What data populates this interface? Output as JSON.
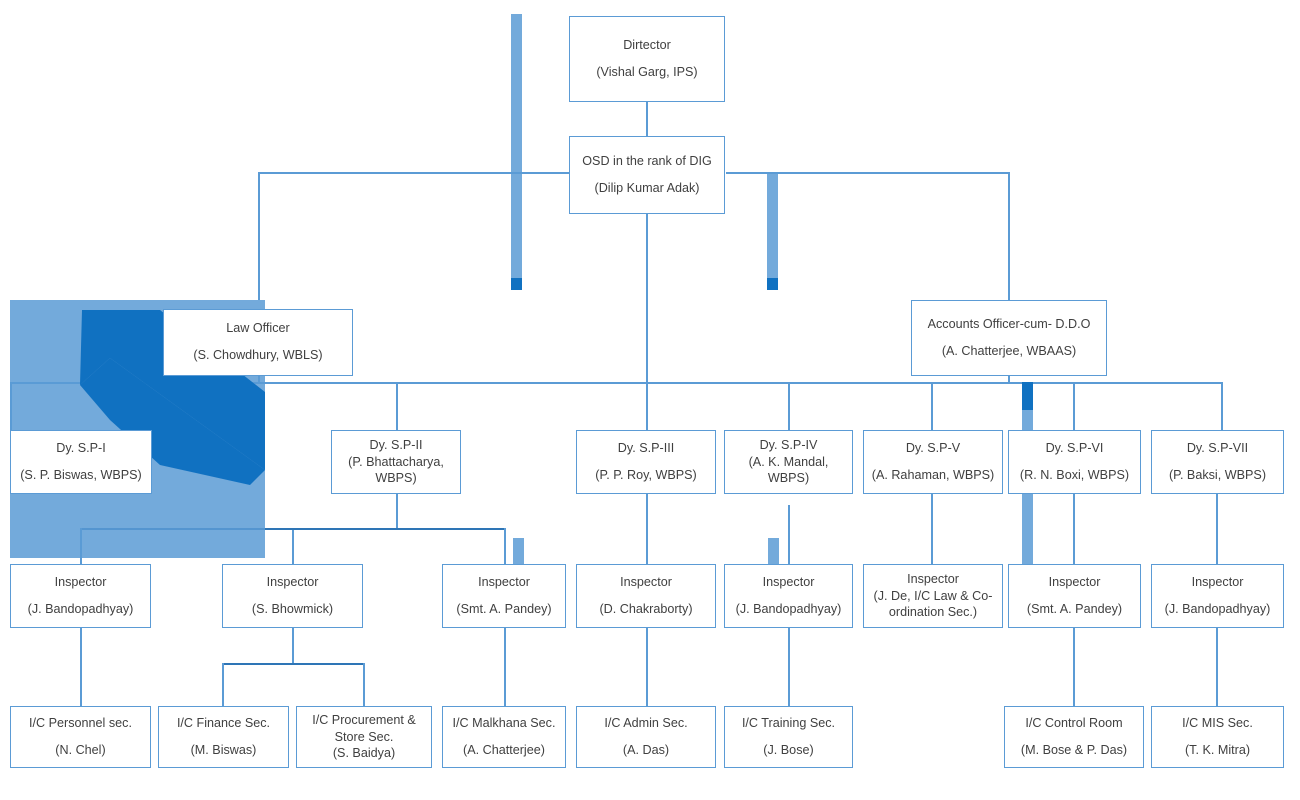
{
  "meta": {
    "title": "Police Directorate Organisation Chart",
    "accent": "#5B9BD5",
    "accent_dark": "#1071C1",
    "text_color": "#404040",
    "background": "#ffffff"
  },
  "overlay": {
    "rect_color": "#5B9BD5",
    "arrow_color": "#1071C1",
    "name": "selection-overlay"
  },
  "chart_data": {
    "type": "diagram",
    "diagram_type": "org-chart",
    "levels": 5,
    "nodes": [
      {
        "id": "director",
        "level": 0,
        "title": "Dirtector",
        "person": "(Vishal Garg, IPS)"
      },
      {
        "id": "osd",
        "level": 1,
        "title": "OSD in the rank of DIG",
        "person": "(Dilip Kumar Adak)"
      },
      {
        "id": "law",
        "level": 2,
        "title": "Law Officer",
        "person": "(S. Chowdhury, WBLS)"
      },
      {
        "id": "ddo",
        "level": 2,
        "title": "Accounts Officer-cum- D.D.O",
        "person": "(A. Chatterjee, WBAAS)"
      },
      {
        "id": "dsp1",
        "level": 3,
        "title": "Dy. S.P-I",
        "person": "(S. P. Biswas, WBPS)"
      },
      {
        "id": "dsp2",
        "level": 3,
        "title": "Dy. S.P-II",
        "person": "(P. Bhattacharya, WBPS)"
      },
      {
        "id": "dsp3",
        "level": 3,
        "title": "Dy. S.P-III",
        "person": "(P. P. Roy, WBPS)"
      },
      {
        "id": "dsp4",
        "level": 3,
        "title": "Dy. S.P-IV",
        "person": "(A. K. Mandal, WBPS)"
      },
      {
        "id": "dsp5",
        "level": 3,
        "title": "Dy. S.P-V",
        "person": "(A. Rahaman, WBPS)"
      },
      {
        "id": "dsp6",
        "level": 3,
        "title": "Dy. S.P-VI",
        "person": "(R. N. Boxi, WBPS)"
      },
      {
        "id": "dsp7",
        "level": 3,
        "title": "Dy. S.P-VII",
        "person": "(P. Baksi, WBPS)"
      },
      {
        "id": "insp1",
        "level": 4,
        "title": "Inspector",
        "person": "(J. Bandopadhyay)"
      },
      {
        "id": "insp2",
        "level": 4,
        "title": "Inspector",
        "person": "(S. Bhowmick)"
      },
      {
        "id": "insp3",
        "level": 4,
        "title": "Inspector",
        "person": "(Smt. A. Pandey)"
      },
      {
        "id": "insp4",
        "level": 4,
        "title": "Inspector",
        "person": "(D. Chakraborty)"
      },
      {
        "id": "insp5",
        "level": 4,
        "title": "Inspector",
        "person": "(J. Bandopadhyay)"
      },
      {
        "id": "insp6",
        "level": 4,
        "title": "Inspector",
        "person": "(J. De, I/C Law & Co-ordination Sec.)"
      },
      {
        "id": "insp7",
        "level": 4,
        "title": "Inspector",
        "person": "(Smt. A. Pandey)"
      },
      {
        "id": "insp8",
        "level": 4,
        "title": "Inspector",
        "person": "(J. Bandopadhyay)"
      },
      {
        "id": "ic1",
        "level": 5,
        "title": "I/C Personnel sec.",
        "person": "(N. Chel)"
      },
      {
        "id": "ic2",
        "level": 5,
        "title": "I/C Finance Sec.",
        "person": "(M. Biswas)"
      },
      {
        "id": "ic3",
        "level": 5,
        "title": "I/C Procurement & Store Sec.",
        "person": "(S. Baidya)"
      },
      {
        "id": "ic4",
        "level": 5,
        "title": "I/C Malkhana Sec.",
        "person": "(A. Chatterjee)"
      },
      {
        "id": "ic5",
        "level": 5,
        "title": "I/C Admin Sec.",
        "person": "(A. Das)"
      },
      {
        "id": "ic6",
        "level": 5,
        "title": "I/C Training Sec.",
        "person": "(J. Bose)"
      },
      {
        "id": "ic7",
        "level": 5,
        "title": "I/C Control Room",
        "person": "(M. Bose & P. Das)"
      },
      {
        "id": "ic8",
        "level": 5,
        "title": "I/C MIS Sec.",
        "person": "(T. K. Mitra)"
      }
    ],
    "edges": [
      [
        "director",
        "osd"
      ],
      [
        "osd",
        "law"
      ],
      [
        "osd",
        "ddo"
      ],
      [
        "osd",
        "dsp1"
      ],
      [
        "osd",
        "dsp2"
      ],
      [
        "osd",
        "dsp3"
      ],
      [
        "osd",
        "dsp4"
      ],
      [
        "osd",
        "dsp5"
      ],
      [
        "osd",
        "dsp6"
      ],
      [
        "osd",
        "dsp7"
      ],
      [
        "dsp2",
        "insp1"
      ],
      [
        "dsp2",
        "insp2"
      ],
      [
        "dsp3",
        "insp3"
      ],
      [
        "dsp3",
        "insp4"
      ],
      [
        "dsp4",
        "insp5"
      ],
      [
        "dsp5",
        "insp6"
      ],
      [
        "dsp6",
        "insp7"
      ],
      [
        "dsp7",
        "insp8"
      ],
      [
        "insp1",
        "ic1"
      ],
      [
        "insp2",
        "ic2"
      ],
      [
        "insp2",
        "ic3"
      ],
      [
        "insp3",
        "ic4"
      ],
      [
        "insp4",
        "ic5"
      ],
      [
        "insp5",
        "ic6"
      ],
      [
        "insp7",
        "ic7"
      ],
      [
        "insp8",
        "ic8"
      ]
    ]
  },
  "nodes": {
    "director": {
      "title": "Dirtector",
      "person": "(Vishal Garg, IPS)"
    },
    "osd": {
      "title": "OSD in the rank of DIG",
      "person": "(Dilip Kumar Adak)"
    },
    "law": {
      "title": "Law Officer",
      "person": "(S. Chowdhury, WBLS)"
    },
    "ddo": {
      "title": "Accounts Officer-cum- D.D.O",
      "person": "(A. Chatterjee, WBAAS)"
    },
    "dsp1": {
      "title": "Dy. S.P-I",
      "person": "(S. P. Biswas, WBPS)"
    },
    "dsp2": {
      "title": "Dy. S.P-II",
      "person": "(P. Bhattacharya, WBPS)"
    },
    "dsp3": {
      "title": "Dy. S.P-III",
      "person": "(P. P. Roy, WBPS)"
    },
    "dsp4": {
      "title": "Dy. S.P-IV",
      "person": "(A. K. Mandal, WBPS)"
    },
    "dsp5": {
      "title": "Dy. S.P-V",
      "person": "(A. Rahaman, WBPS)"
    },
    "dsp6": {
      "title": "Dy. S.P-VI",
      "person": "(R. N. Boxi, WBPS)"
    },
    "dsp7": {
      "title": "Dy. S.P-VII",
      "person": "(P. Baksi, WBPS)"
    },
    "insp1": {
      "title": "Inspector",
      "person": "(J. Bandopadhyay)"
    },
    "insp2": {
      "title": "Inspector",
      "person": "(S. Bhowmick)"
    },
    "insp3": {
      "title": "Inspector",
      "person": "(Smt. A. Pandey)"
    },
    "insp4": {
      "title": "Inspector",
      "person": "(D. Chakraborty)"
    },
    "insp5": {
      "title": "Inspector",
      "person": "(J. Bandopadhyay)"
    },
    "insp6": {
      "title": "Inspector",
      "person": "(J. De, I/C Law & Co-ordination Sec.)"
    },
    "insp7": {
      "title": "Inspector",
      "person": "(Smt. A. Pandey)"
    },
    "insp8": {
      "title": "Inspector",
      "person": "(J. Bandopadhyay)"
    },
    "ic1": {
      "title": "I/C Personnel sec.",
      "person": "(N. Chel)"
    },
    "ic2": {
      "title": "I/C Finance Sec.",
      "person": "(M. Biswas)"
    },
    "ic3": {
      "title": "I/C Procurement & Store Sec.",
      "person": "(S. Baidya)"
    },
    "ic4": {
      "title": "I/C Malkhana Sec.",
      "person": "(A. Chatterjee)"
    },
    "ic5": {
      "title": "I/C Admin Sec.",
      "person": "(A. Das)"
    },
    "ic6": {
      "title": "I/C Training Sec.",
      "person": "(J. Bose)"
    },
    "ic7": {
      "title": "I/C Control Room",
      "person": "(M. Bose & P. Das)"
    },
    "ic8": {
      "title": "I/C MIS Sec.",
      "person": "(T. K. Mitra)"
    }
  }
}
